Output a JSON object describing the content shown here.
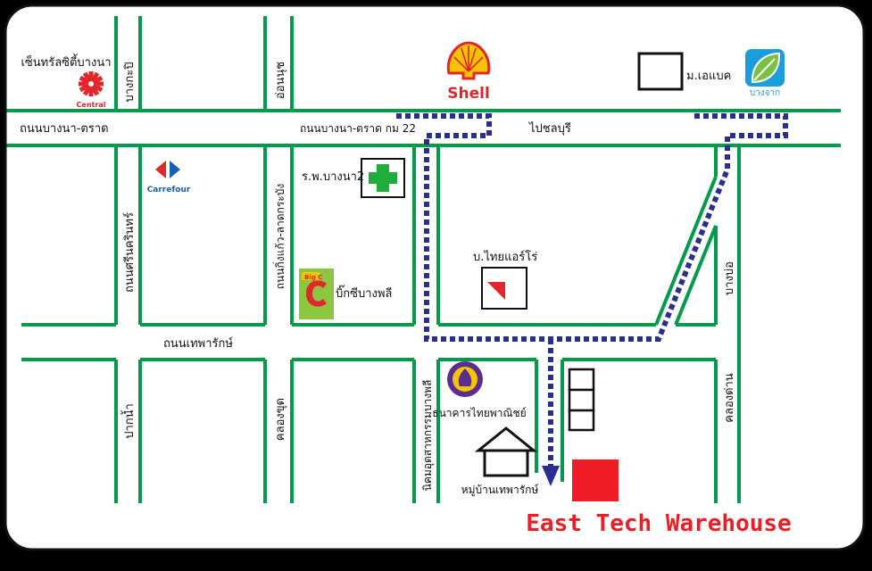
{
  "map": {
    "roads": {
      "bangna_trat": "ถนนบางนา-ตราด",
      "bangna_trat_km22": "ถนนบางนา-ตราด กม 22",
      "to_chonburi": "ไปชลบุรี",
      "theparak": "ถนนเทพารักษ์",
      "srinakarin": "ถนนศรีนครินทร์",
      "king_kaew": "ถนนกิ่งแก้ว-ลาดกระบัง",
      "bang_kapi": "บางกะปิ",
      "on_nut": "อ่อนนุช",
      "pak_nam": "ปากน้ำ",
      "khlong_khut": "คลองขุด",
      "industrial_estate": "นิคมอุตสาหกรรมบางพลี",
      "bang_bo": "บางบ่อ",
      "khlong_dan": "คลองด่าน"
    },
    "landmarks": {
      "central": {
        "label": "เซ็นทรัลซิตี้บางนา",
        "logo_text": "Central"
      },
      "shell": {
        "logo_text": "Shell"
      },
      "university": {
        "label": "ม.เอแบค"
      },
      "bangchak": {
        "logo_text": "บางจาก"
      },
      "carrefour": {
        "logo_text": "Carrefour"
      },
      "hospital": {
        "label": "ร.พ.บางนา2"
      },
      "bigc": {
        "label": "บิ๊กซีบางพลี",
        "logo_text": "Big C"
      },
      "thai_airo": {
        "label": "บ.ไทยแอร์โร่"
      },
      "scb": {
        "label": "ธนาคารไทยพาณิชย์"
      },
      "village": {
        "label": "หมู่บ้านเทพารักษ์"
      },
      "destination": {
        "label": "East Tech Warehouse",
        "color": "#ee1c25"
      }
    },
    "colors": {
      "road": "#009c4a",
      "route": "#2b2e8f",
      "destination": "#ee1c25"
    }
  }
}
